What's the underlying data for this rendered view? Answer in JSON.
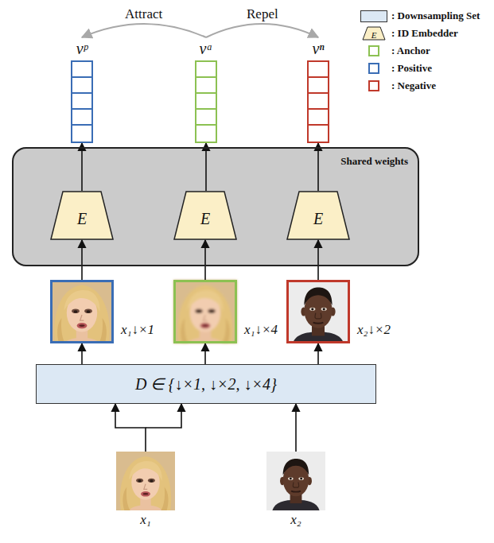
{
  "diagram": {
    "nodes": [
      {
        "text": [
          "vᵖ"
        ]
      },
      {
        "text": [
          "vᵃ"
        ]
      },
      {
        "text": [
          "vⁿ"
        ]
      },
      {
        "text": [
          "Shared weights"
        ]
      },
      {
        "text": [
          "E"
        ],
        "in": 3
      },
      {
        "text": [
          "E"
        ],
        "in": 3
      },
      {
        "text": [
          "E"
        ],
        "in": 3
      },
      {
        "text": [
          "x₁↓×1"
        ]
      },
      {
        "text": [
          "x₁↓×4"
        ]
      },
      {
        "text": [
          "x₂↓×2"
        ]
      },
      {
        "text": [
          "D ∈ {↓×1, ↓×2, ↓×4}"
        ]
      },
      {
        "text": [
          "x₁"
        ]
      },
      {
        "text": [
          "x₂"
        ]
      }
    ],
    "edges": [
      {
        "from": 1,
        "to": 0,
        "arrow": "to",
        "label": "Attract"
      },
      {
        "from": 1,
        "to": 2,
        "arrow": "to",
        "label": "Repel"
      },
      {
        "from": 4,
        "to": 0,
        "arrow": "to"
      },
      {
        "from": 5,
        "to": 1,
        "arrow": "to"
      },
      {
        "from": 6,
        "to": 2,
        "arrow": "to"
      },
      {
        "from": 7,
        "to": 4,
        "arrow": "to"
      },
      {
        "from": 8,
        "to": 5,
        "arrow": "to"
      },
      {
        "from": 9,
        "to": 6,
        "arrow": "to"
      },
      {
        "from": 10,
        "to": 7,
        "arrow": "to"
      },
      {
        "from": 10,
        "to": 8,
        "arrow": "to"
      },
      {
        "from": 10,
        "to": 9,
        "arrow": "to"
      },
      {
        "from": 11,
        "to": 10,
        "arrow": "to"
      },
      {
        "from": 12,
        "to": 10,
        "arrow": "to"
      }
    ],
    "labels": [
      "E"
    ],
    "legend": [
      {
        "text": ": Downsampling Set",
        "color": "#dce8f4"
      },
      {
        "text": ": ID Embedder"
      },
      {
        "text": ": Anchor",
        "color": "#8cc152"
      },
      {
        "text": ": Positive",
        "color": "#3a6db5"
      },
      {
        "text": ": Negative",
        "color": "#c0392b"
      }
    ]
  }
}
